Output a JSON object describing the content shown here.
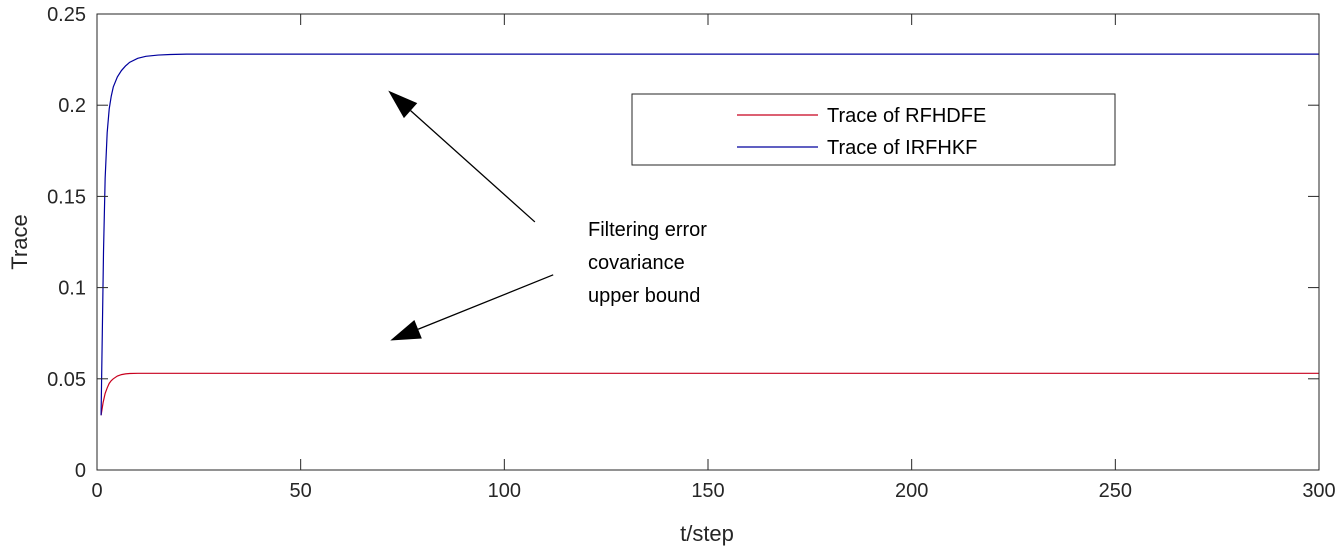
{
  "chart_data": {
    "type": "line",
    "xlabel": "t/step",
    "ylabel": "Trace",
    "xlim": [
      0,
      300
    ],
    "ylim": [
      0,
      0.25
    ],
    "xticks": [
      0,
      50,
      100,
      150,
      200,
      250,
      300
    ],
    "yticks": [
      0,
      0.05,
      0.1,
      0.15,
      0.2,
      0.25
    ],
    "xtick_labels": [
      "0",
      "50",
      "100",
      "150",
      "200",
      "250",
      "300"
    ],
    "ytick_labels": [
      "0",
      "0.05",
      "0.1",
      "0.15",
      "0.2",
      "0.25"
    ],
    "grid": false,
    "legend_position": "top-right",
    "series": [
      {
        "name": "Trace of RFHDFE",
        "color": "#c8001e",
        "x": [
          1,
          1.5,
          2,
          2.5,
          3,
          3.5,
          4,
          5,
          6,
          7,
          8,
          10,
          12,
          15,
          20,
          300
        ],
        "y": [
          0.03,
          0.037,
          0.042,
          0.045,
          0.0475,
          0.049,
          0.05,
          0.0515,
          0.0523,
          0.0527,
          0.0529,
          0.053,
          0.053,
          0.053,
          0.053,
          0.053
        ]
      },
      {
        "name": "Trace of IRFHKF",
        "color": "#00009e",
        "x": [
          1,
          1.3,
          1.6,
          2,
          2.5,
          3,
          3.5,
          4,
          5,
          6,
          7,
          8,
          10,
          12,
          15,
          18,
          22,
          30,
          300
        ],
        "y": [
          0.03,
          0.075,
          0.12,
          0.16,
          0.185,
          0.198,
          0.205,
          0.21,
          0.2155,
          0.219,
          0.2215,
          0.2235,
          0.2257,
          0.2268,
          0.2275,
          0.2278,
          0.228,
          0.228,
          0.228
        ]
      }
    ],
    "annotation": {
      "lines": [
        "Filtering error",
        "covariance",
        "upper bound"
      ],
      "arrows": [
        {
          "from": [
            107.5,
            0.136
          ],
          "to": [
            71.5,
            0.208
          ]
        },
        {
          "from": [
            112,
            0.107
          ],
          "to": [
            72,
            0.071
          ]
        }
      ]
    }
  }
}
